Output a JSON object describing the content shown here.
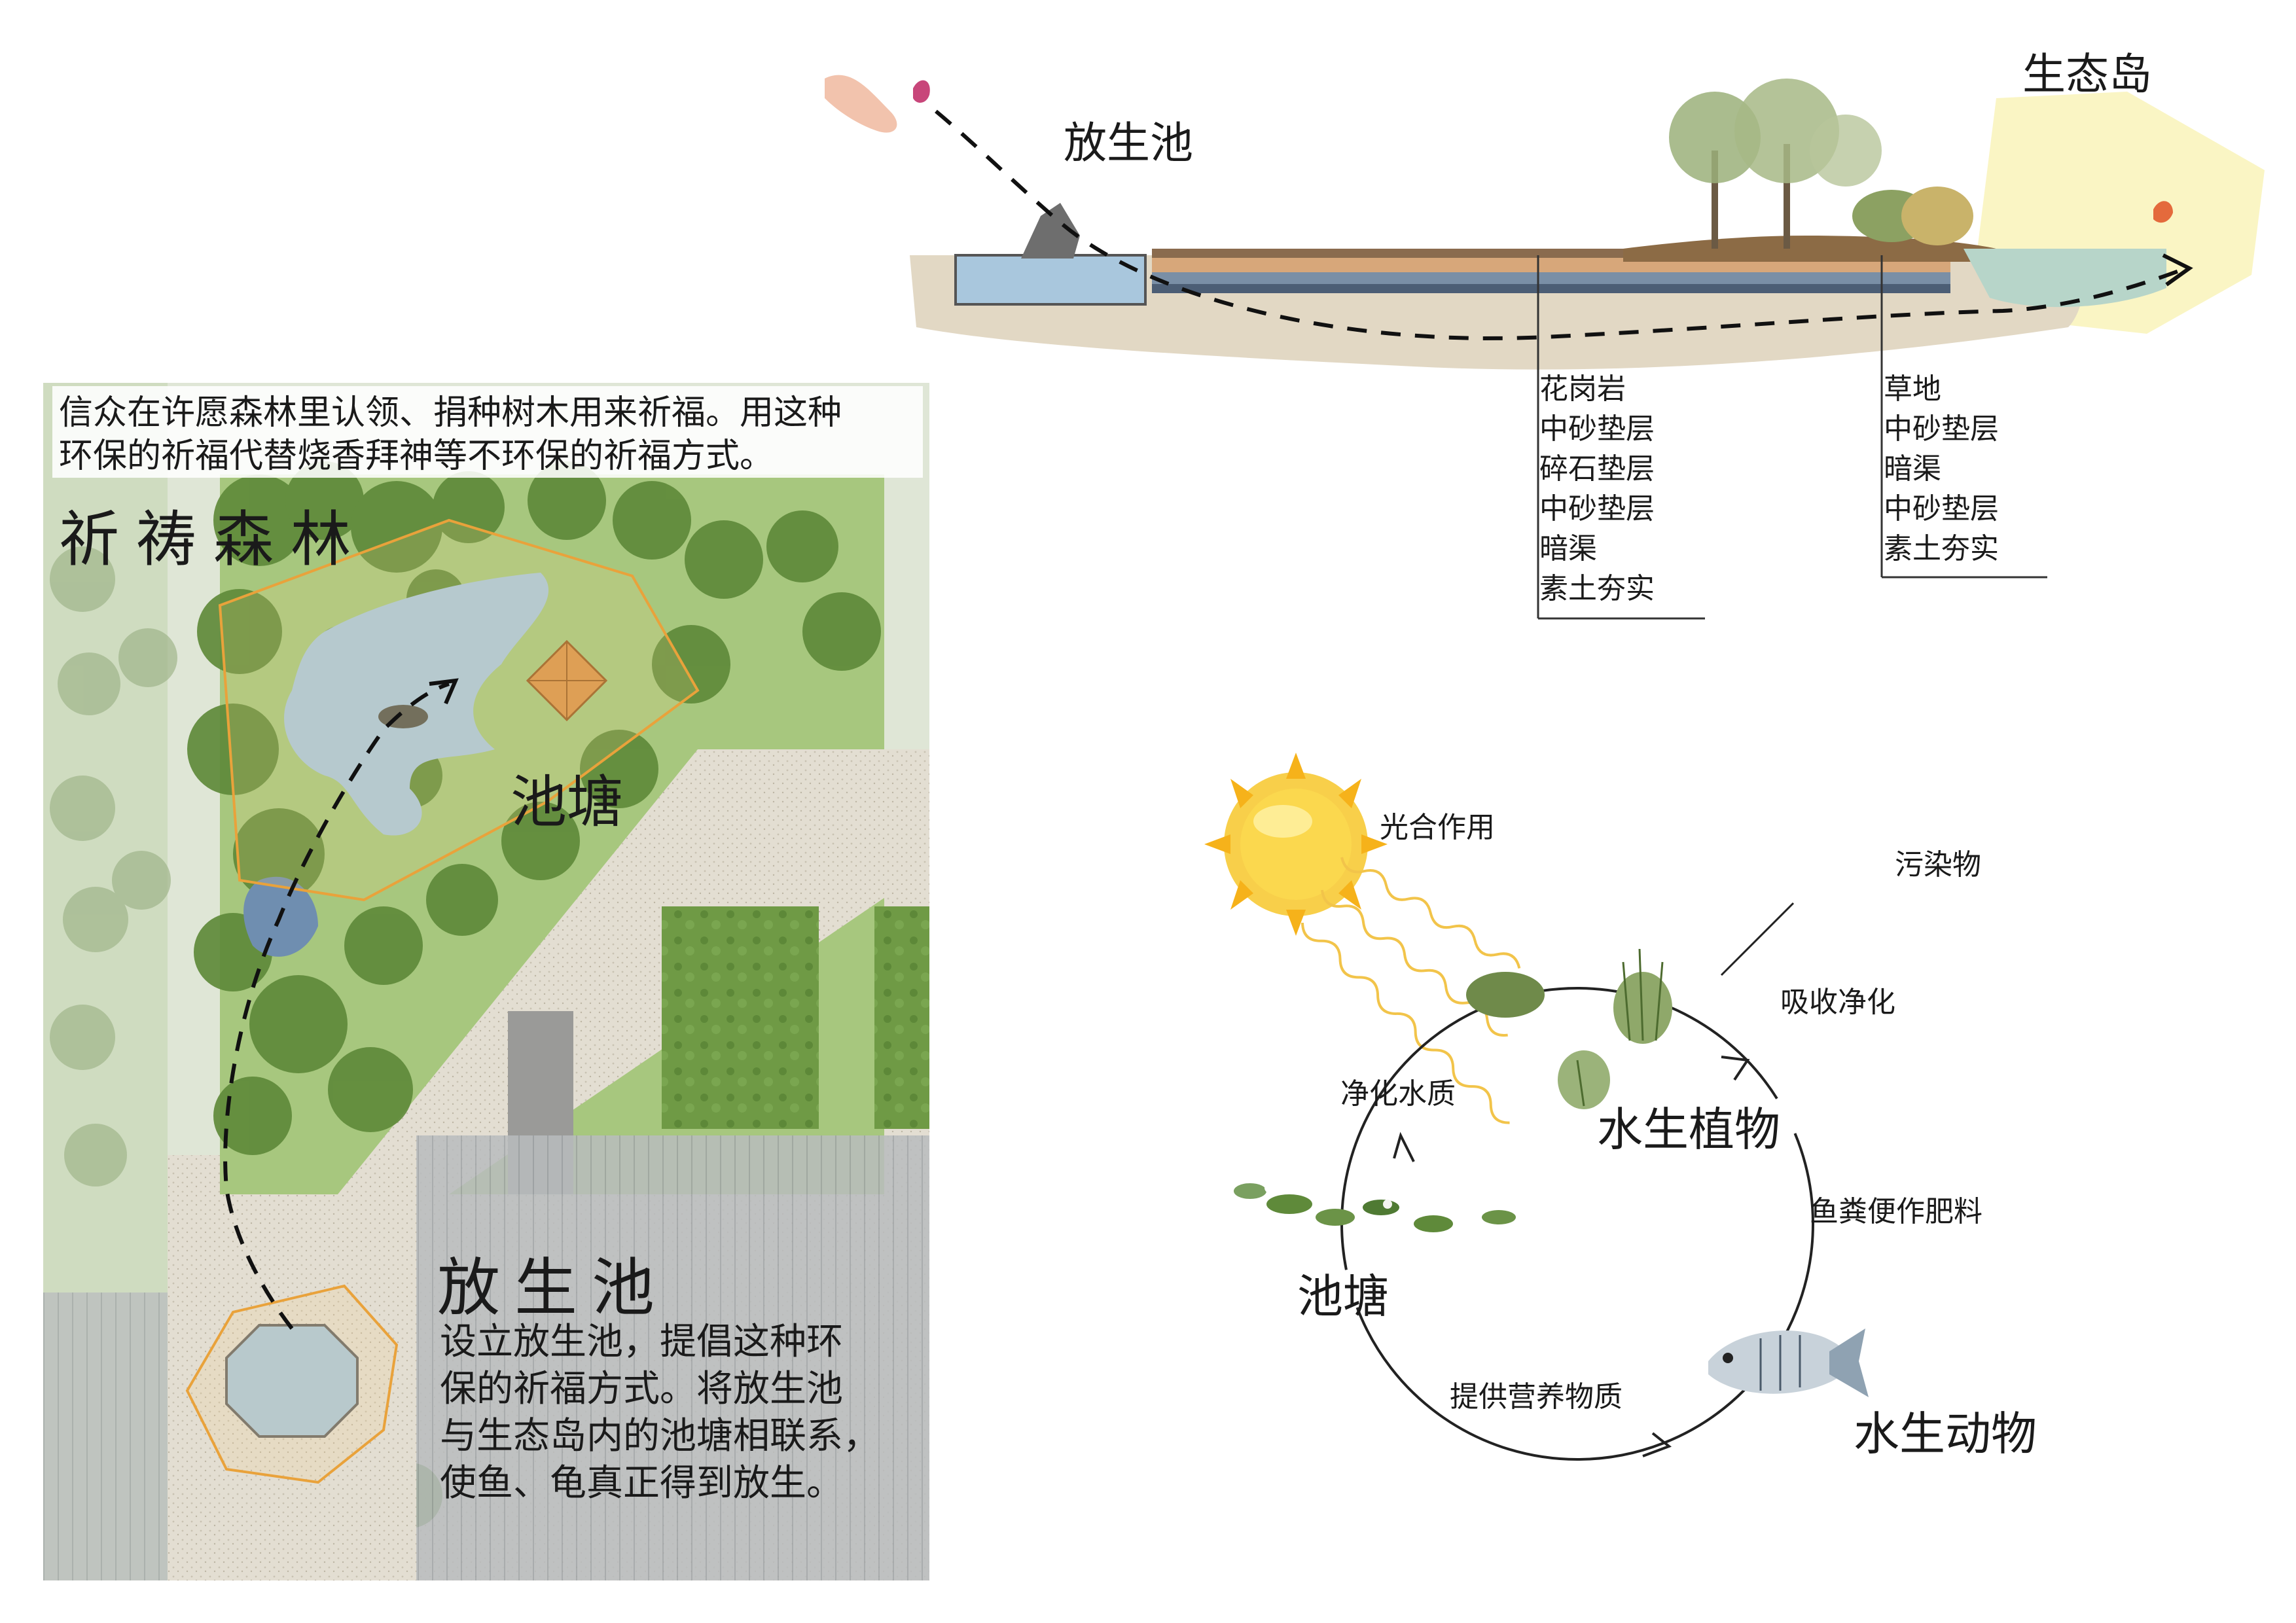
{
  "plan": {
    "intro": "信众在许愿森林里认领、捐种树木用来祈福。用这种\n环保的祈福代替烧香拜神等不环保的祈福方式。",
    "title": "祈祷森林",
    "pond_label": "池塘",
    "release_title": "放生池",
    "release_desc": "设立放生池，提倡这种环\n保的祈福方式。将放生池\n与生态岛内的池塘相联系，\n使鱼、龟真正得到放生。"
  },
  "section": {
    "release_pond_label": "放生池",
    "eco_island_label": "生态岛",
    "paving_layers": [
      "花岗岩",
      "中砂垫层",
      "碎石垫层",
      "中砂垫层",
      "暗渠",
      "素土夯实"
    ],
    "lawn_layers": [
      "草地",
      "中砂垫层",
      "暗渠",
      "中砂垫层",
      "素土夯实"
    ]
  },
  "cycle": {
    "photosynthesis": "光合作用",
    "pollutants": "污染物",
    "absorb_purify": "吸收净化",
    "purify_water": "净化水质",
    "aquatic_plants": "水生植物",
    "manure_fertilizer": "鱼粪便作肥料",
    "pond": "池塘",
    "provide_nutrients": "提供营养物质",
    "aquatic_animals": "水生动物"
  },
  "colors": {
    "grass": "#8fb56a",
    "tree": "#5f8a3a",
    "water": "#a9c7dd",
    "paving": "#ddd8cc",
    "sun": "#f6b21a",
    "sun_ray": "#f2c44a",
    "highlight_orange": "#e9a23b",
    "island_glow": "#f6ef9c"
  }
}
